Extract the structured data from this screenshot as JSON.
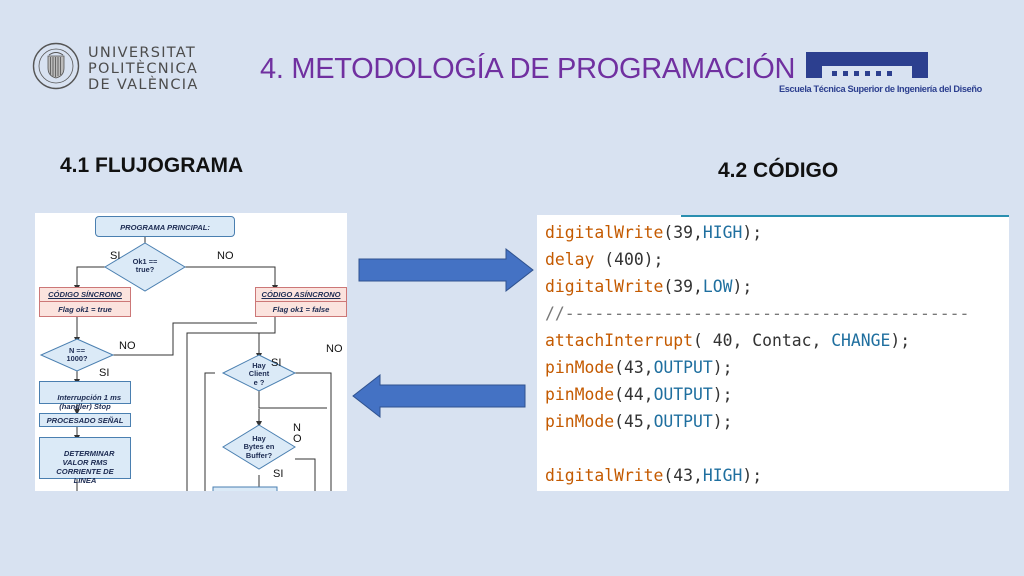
{
  "header": {
    "university_lines": [
      "UNIVERSITAT",
      "POLITÈCNICA",
      "DE VALÈNCIA"
    ],
    "title": "4. METODOLOGÍA DE PROGRAMACIÓN",
    "school_name": "Escuela Técnica Superior de Ingeniería del Diseño",
    "colors": {
      "title": "#7030a0",
      "school": "#2c3f8f"
    }
  },
  "sections": {
    "left_title": "4.1 FLUJOGRAMA",
    "right_title": "4.2 CÓDIGO"
  },
  "flowchart": {
    "start": "PROGRAMA PRINCIPAL:",
    "decision_ok1": "Ok1 ==\ntrue?",
    "yes": "SI",
    "no": "NO",
    "sync_title": "CÓDIGO SÍNCRONO",
    "sync_flag": "Flag ok1 = true",
    "async_title": "CÓDIGO ASÍNCRONO",
    "async_flag": "Flag ok1 = false",
    "decision_n": "N ==\n1000?",
    "interrupt": "Interrupción 1 ms\n(handler) Stop",
    "signal": "PROCESADO SEÑAL",
    "rms": "DETERMINAR\nVALOR RMS\nCORRIENTE DE\nLINEA",
    "decision_client": "Hay\nClient\ne ?",
    "decision_bytes": "Hay\nBytes en\nBuffer?",
    "no_split": "N\nO"
  },
  "code_lines": [
    [
      {
        "t": "digitalWrite",
        "c": "fn"
      },
      {
        "t": "(39,"
      },
      {
        "t": "HIGH",
        "c": "kw"
      },
      {
        "t": ");"
      }
    ],
    [
      {
        "t": "delay",
        "c": "fn"
      },
      {
        "t": " (400);"
      }
    ],
    [
      {
        "t": "digitalWrite",
        "c": "fn"
      },
      {
        "t": "(39,"
      },
      {
        "t": "LOW",
        "c": "kw"
      },
      {
        "t": ");"
      }
    ],
    [
      {
        "t": "//-----------------------------------------",
        "c": "cm"
      }
    ],
    [
      {
        "t": "attachInterrupt",
        "c": "fn"
      },
      {
        "t": "( 40, Contac, "
      },
      {
        "t": "CHANGE",
        "c": "kw"
      },
      {
        "t": ");"
      }
    ],
    [
      {
        "t": "pinMode",
        "c": "fn"
      },
      {
        "t": "(43,"
      },
      {
        "t": "OUTPUT",
        "c": "kw"
      },
      {
        "t": ");"
      }
    ],
    [
      {
        "t": "pinMode",
        "c": "fn"
      },
      {
        "t": "(44,"
      },
      {
        "t": "OUTPUT",
        "c": "kw"
      },
      {
        "t": ");"
      }
    ],
    [
      {
        "t": "pinMode",
        "c": "fn"
      },
      {
        "t": "(45,"
      },
      {
        "t": "OUTPUT",
        "c": "kw"
      },
      {
        "t": ");"
      }
    ],
    [],
    [
      {
        "t": "digitalWrite",
        "c": "fn"
      },
      {
        "t": "(43,"
      },
      {
        "t": "HIGH",
        "c": "kw"
      },
      {
        "t": ");"
      }
    ]
  ]
}
